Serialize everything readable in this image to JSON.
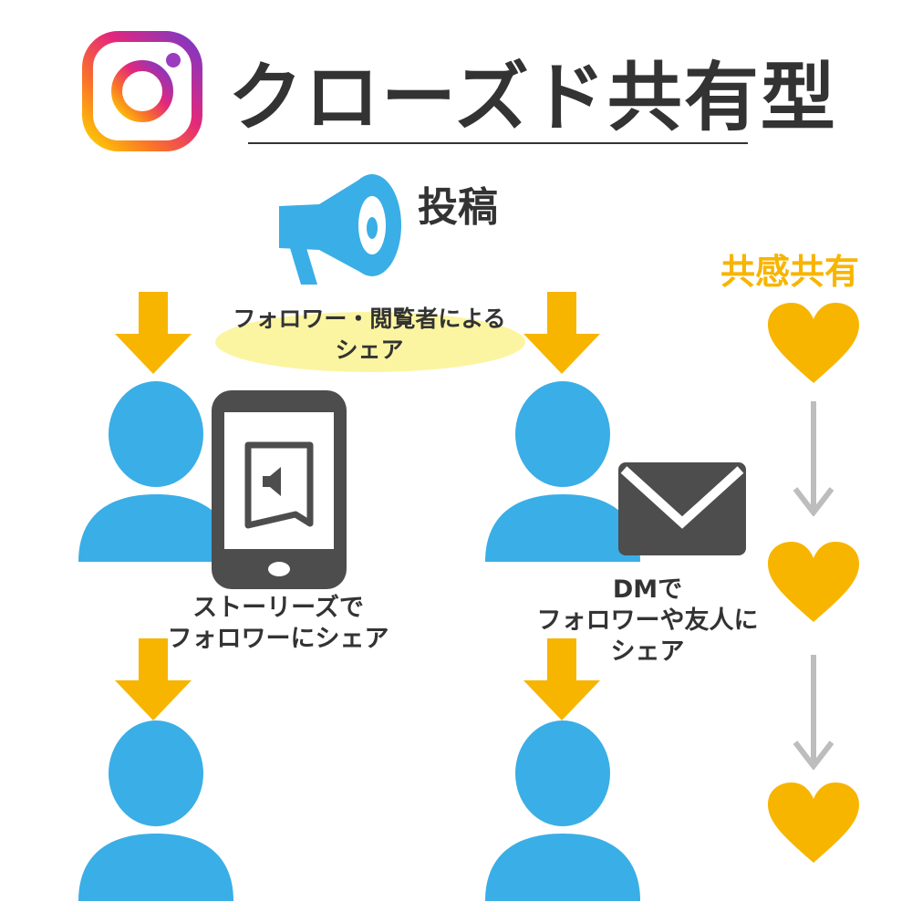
{
  "header": {
    "title": "クローズド共有型",
    "logo_icon": "instagram-icon"
  },
  "post": {
    "label": "投稿",
    "icon": "megaphone-icon"
  },
  "share_bubble": {
    "line1": "フォロワー・閲覧者による",
    "line2": "シェア"
  },
  "stories": {
    "line1": "ストーリーズで",
    "line2": "フォロワーにシェア",
    "icon": "smartphone-icon"
  },
  "dm": {
    "line1": "DMで",
    "line2": "フォロワーや友人に",
    "line3": "シェア",
    "icon": "envelope-icon"
  },
  "empathy": {
    "label": "共感共有",
    "icon": "heart-icon"
  },
  "colors": {
    "user_blue": "#3aaee6",
    "arrow_orange": "#f7b500",
    "heart_yellow": "#f7b500",
    "device_gray": "#4d4d4d",
    "text_dark": "#333333",
    "highlight": "#fbf5a2"
  }
}
